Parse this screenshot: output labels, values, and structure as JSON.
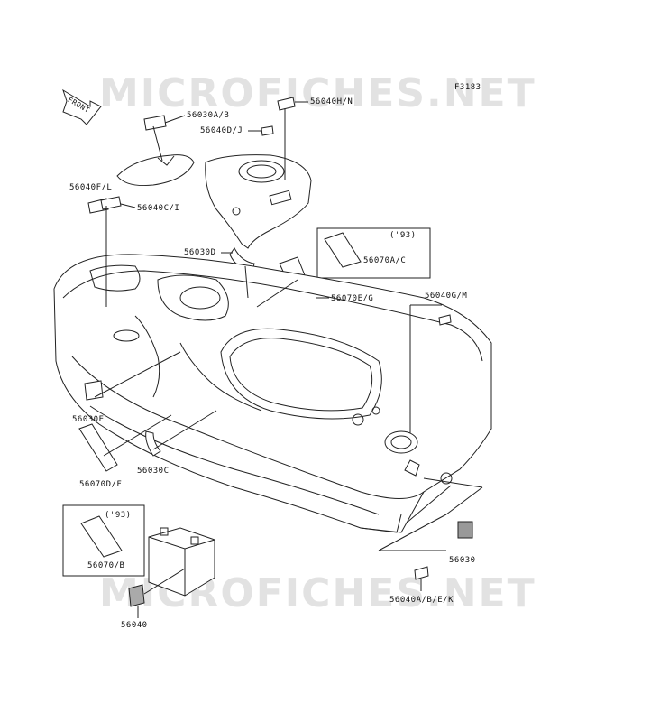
{
  "watermark": "MICROFICHES.NET",
  "figure_code": "F3183",
  "front_label": "FRONT",
  "labels": {
    "p56030AB": "56030A/B",
    "p56040HN": "56040H/N",
    "p56040DJ": "56040D/J",
    "p56040FL": "56040F/L",
    "p56040CI": "56040C/I",
    "p56030D": "56030D",
    "p56070AC": "56070A/C",
    "p56070EG": "56070E/G",
    "p56040GM": "56040G/M",
    "p56030E": "56030E",
    "p56070DF": "56070D/F",
    "p56030C": "56030C",
    "p56070B": "56070/B",
    "p56030": "56030",
    "p56040ABEK": "56040A/B/E/K",
    "p56040": "56040"
  },
  "year_note_1": "('93)",
  "year_note_2": "('93)"
}
